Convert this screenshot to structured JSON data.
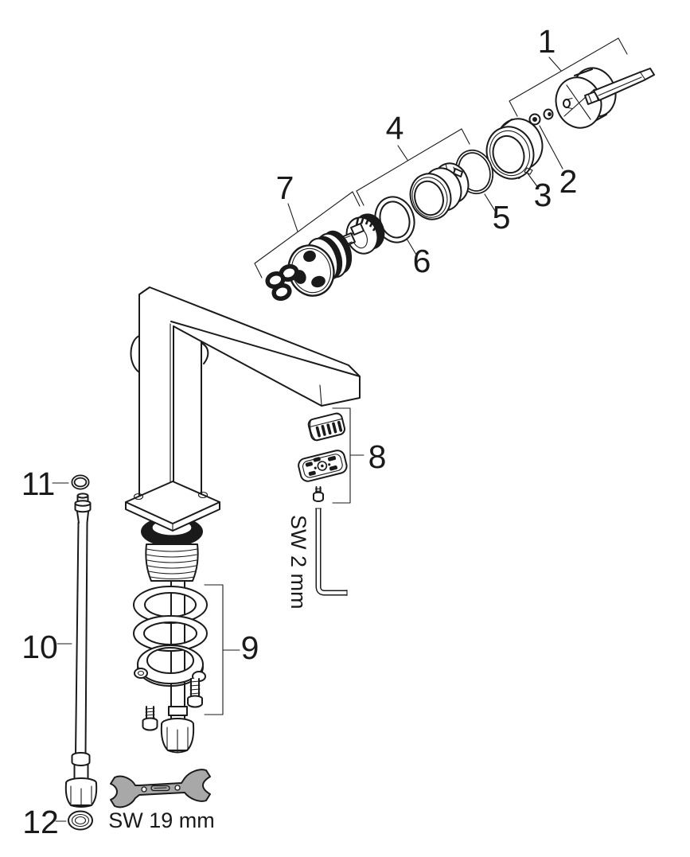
{
  "figure": {
    "background": "#ffffff",
    "line_color": "#1a1a1a",
    "wrench_fill": "#a8a8a8",
    "callouts": [
      {
        "label": "1"
      },
      {
        "label": "2"
      },
      {
        "label": "3"
      },
      {
        "label": "4"
      },
      {
        "label": "5"
      },
      {
        "label": "6"
      },
      {
        "label": "7"
      },
      {
        "label": "8"
      },
      {
        "label": "9"
      },
      {
        "label": "10"
      },
      {
        "label": "11"
      },
      {
        "label": "12"
      }
    ],
    "annotations": {
      "allen_key_size": "SW 2 mm",
      "wrench_size": "SW 19 mm"
    }
  }
}
